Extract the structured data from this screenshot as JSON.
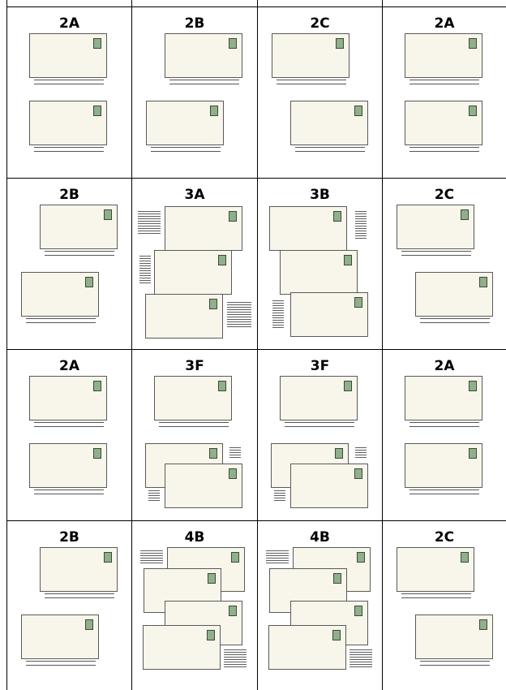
{
  "grid": {
    "rows": [
      [
        "2A",
        "2B",
        "2C",
        "2A"
      ],
      [
        "2B",
        "3A",
        "3B",
        "2C"
      ],
      [
        "2A",
        "3F",
        "3F",
        "2A"
      ],
      [
        "2B",
        "4B",
        "4B",
        "2C"
      ]
    ]
  },
  "colors": {
    "envelope_fill": "#f8f5eb",
    "envelope_border": "#5a5a5a",
    "stamp": "#8fb08a",
    "grid_line": "#000000"
  },
  "icons": [
    "envelope-icon",
    "stamp-icon"
  ]
}
